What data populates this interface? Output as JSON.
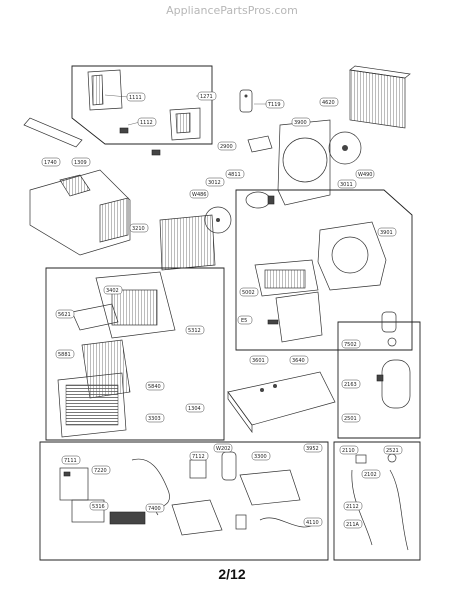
{
  "header": {
    "site": "AppliancePartsPros.com"
  },
  "footer": {
    "page": "2/12"
  },
  "labels": [
    "1111",
    "1271",
    "T119",
    "4620",
    "1112",
    "2900",
    "3900",
    "1740",
    "1309",
    "4811",
    "3012",
    "W486",
    "3011",
    "W490",
    "3210",
    "3901",
    "5312",
    "5002",
    "3402",
    "5621",
    "5881",
    "E5",
    "5840",
    "3601",
    "3640",
    "3303",
    "1304",
    "7502",
    "2163",
    "2501",
    "7111",
    "7220",
    "7112",
    "W202",
    "3300",
    "3952",
    "2110",
    "2102",
    "2521",
    "5316",
    "7400",
    "4110",
    "2112",
    "211A"
  ]
}
